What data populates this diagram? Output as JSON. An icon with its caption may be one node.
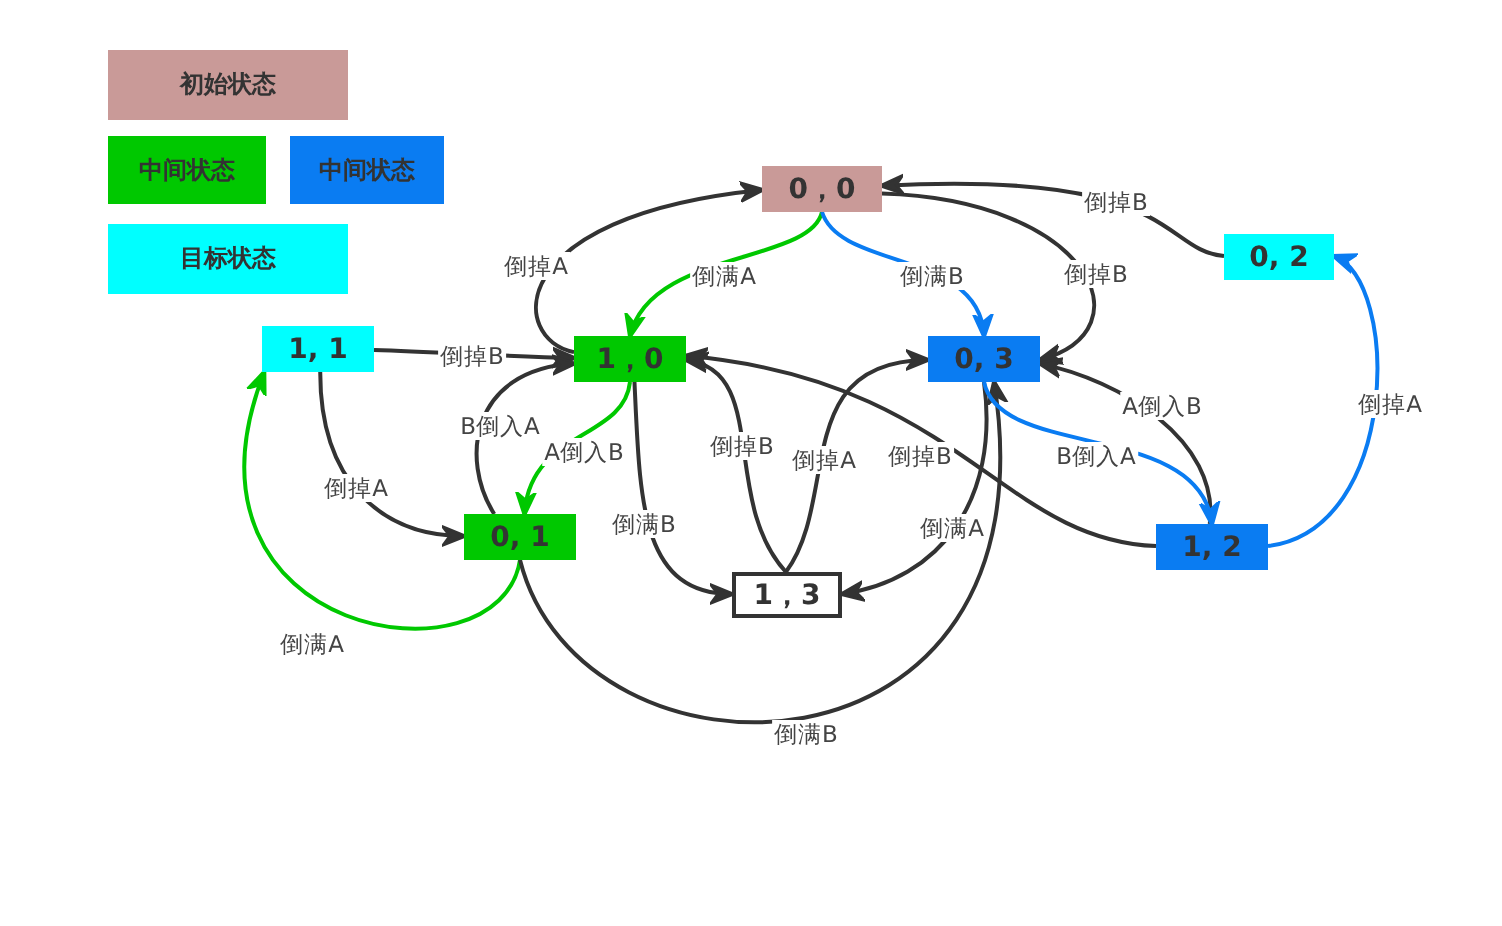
{
  "diagram": {
    "nodes": [
      {
        "text": [
          "0，0"
        ]
      },
      {
        "text": [
          "1，0"
        ]
      },
      {
        "text": [
          "0, 3"
        ]
      },
      {
        "text": [
          "0, 2"
        ]
      },
      {
        "text": [
          "1, 1"
        ]
      },
      {
        "text": [
          "0, 1"
        ]
      },
      {
        "text": [
          "1，3"
        ]
      },
      {
        "text": [
          "1, 2"
        ]
      }
    ],
    "edges": [
      {
        "from": 1,
        "to": 0,
        "arrow": "to",
        "label": "倒掉A"
      },
      {
        "from": 0,
        "to": 1,
        "arrow": "to",
        "label": "倒满A",
        "color": "#00c800"
      },
      {
        "from": 0,
        "to": 2,
        "arrow": "to",
        "label": "倒满B",
        "color": "#0a7cf2"
      },
      {
        "from": 0,
        "to": 2,
        "arrow": "to",
        "label": "倒掉B"
      },
      {
        "from": 3,
        "to": 0,
        "arrow": "to",
        "label": "倒掉B"
      },
      {
        "from": 4,
        "to": 1,
        "arrow": "to",
        "label": "倒掉B"
      },
      {
        "from": 4,
        "to": 5,
        "arrow": "to",
        "label": "倒掉A"
      },
      {
        "from": 5,
        "to": 4,
        "arrow": "to",
        "label": "倒满A",
        "color": "#00c800"
      },
      {
        "from": 5,
        "to": 1,
        "arrow": "to",
        "label": "B倒入A"
      },
      {
        "from": 1,
        "to": 5,
        "arrow": "to",
        "label": "A倒入B",
        "color": "#00c800"
      },
      {
        "from": 1,
        "to": 6,
        "arrow": "to",
        "label": "倒满B"
      },
      {
        "from": 6,
        "to": 1,
        "arrow": "to",
        "label": "倒掉B"
      },
      {
        "from": 6,
        "to": 2,
        "arrow": "to",
        "label": "倒掉A"
      },
      {
        "from": 7,
        "to": 1,
        "arrow": "to",
        "label": "倒掉B"
      },
      {
        "from": 2,
        "to": 6,
        "arrow": "to",
        "label": "倒满A"
      },
      {
        "from": 5,
        "to": 2,
        "arrow": "to",
        "label": "倒满B"
      },
      {
        "from": 7,
        "to": 2,
        "arrow": "to",
        "label": "A倒入B"
      },
      {
        "from": 2,
        "to": 7,
        "arrow": "to",
        "label": "B倒入A",
        "color": "#0a7cf2"
      },
      {
        "from": 7,
        "to": 3,
        "arrow": "to",
        "label": "倒掉A",
        "color": "#0a7cf2"
      }
    ],
    "legend": [
      {
        "text": "初始状态",
        "color": "#c99a98"
      },
      {
        "text": "中间状态",
        "color": "#00c800"
      },
      {
        "text": "中间状态",
        "color": "#0a7cf2"
      },
      {
        "text": "目标状态",
        "color": "#00ffff"
      }
    ]
  }
}
